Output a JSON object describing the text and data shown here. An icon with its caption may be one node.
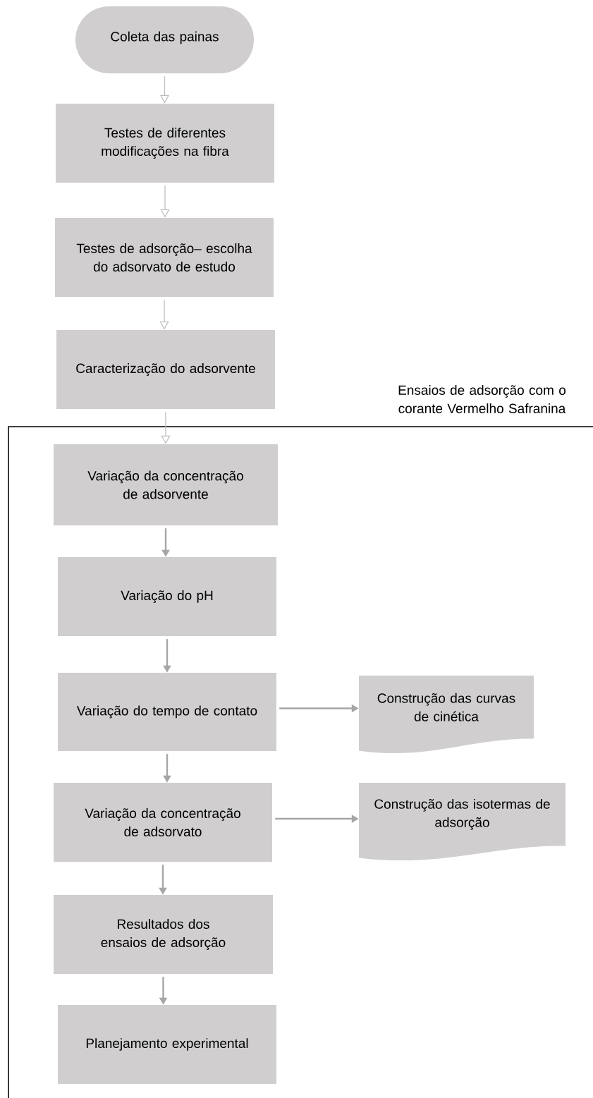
{
  "diagram": {
    "nodes": [
      {
        "text": [
          "Coleta das painas"
        ]
      },
      {
        "text": [
          "Testes de diferentes modificações na fibra"
        ]
      },
      {
        "text": [
          "Testes de adsorção– escolha do adsorvato de estudo"
        ]
      },
      {
        "text": [
          "Caracterização do adsorvente"
        ]
      },
      {
        "text": [
          "Ensaios de adsorção com o corante Vermelho Safranina"
        ]
      },
      {
        "text": [
          "Variação da concentração de adsorvente"
        ],
        "in": 4
      },
      {
        "text": [
          "Variação do pH"
        ],
        "in": 4
      },
      {
        "text": [
          "Variação do tempo de contato"
        ],
        "in": 4
      },
      {
        "text": [
          "Construção das curvas de cinética"
        ],
        "in": 4
      },
      {
        "text": [
          "Variação da concentração de adsorvato"
        ],
        "in": 4
      },
      {
        "text": [
          "Construção das isotermas de adsorção"
        ],
        "in": 4
      },
      {
        "text": [
          "Resultados dos ensaios de adsorção"
        ],
        "in": 4
      },
      {
        "text": [
          "Planejamento experimental"
        ],
        "in": 4
      }
    ],
    "edges": [
      {
        "from": 0,
        "to": 1,
        "arrow": "to",
        "color": "#bfbfbf"
      },
      {
        "from": 1,
        "to": 2,
        "arrow": "to",
        "color": "#bfbfbf"
      },
      {
        "from": 2,
        "to": 3,
        "arrow": "to",
        "color": "#bfbfbf"
      },
      {
        "from": 3,
        "to": 5,
        "arrow": "to",
        "color": "#bfbfbf"
      },
      {
        "from": 5,
        "to": 6,
        "arrow": "to"
      },
      {
        "from": 6,
        "to": 7,
        "arrow": "to"
      },
      {
        "from": 7,
        "to": 8,
        "arrow": "to"
      },
      {
        "from": 7,
        "to": 9,
        "arrow": "to"
      },
      {
        "from": 9,
        "to": 10,
        "arrow": "to"
      },
      {
        "from": 9,
        "to": 11,
        "arrow": "to"
      },
      {
        "from": 11,
        "to": 12,
        "arrow": "to"
      }
    ]
  }
}
